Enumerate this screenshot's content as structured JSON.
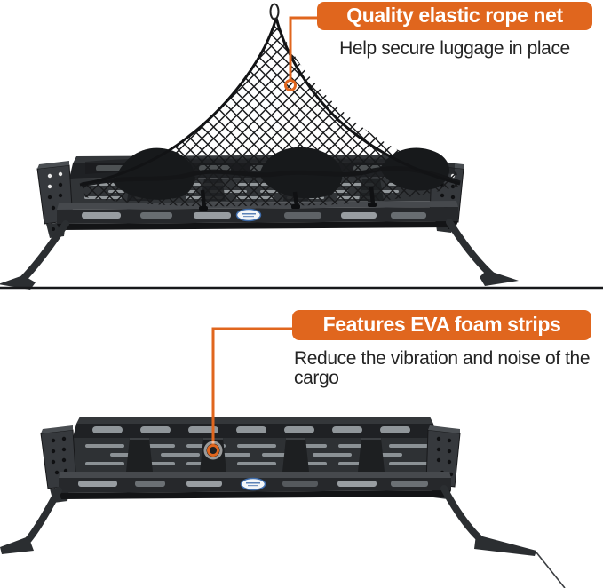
{
  "accent_color": "#e0661e",
  "text_color": "#242424",
  "callouts": [
    {
      "id": "net",
      "title": "Quality elastic rope net",
      "description": "Help secure luggage in place"
    },
    {
      "id": "eva",
      "title": "Features EVA foam strips",
      "description": "Reduce the vibration and noise of the cargo"
    }
  ],
  "scene": {
    "top_product": "cargo-rack-with-elastic-net",
    "bottom_product": "cargo-rack-with-eva-strips",
    "brand_badge": "oval-brand-badge"
  }
}
